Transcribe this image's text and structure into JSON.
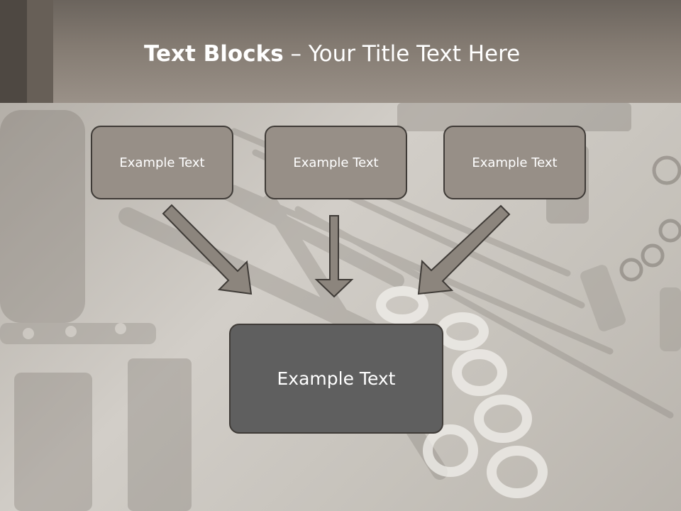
{
  "slide": {
    "title_bold": "Text Blocks",
    "title_rest": " – Your Title Text Here"
  },
  "boxes": {
    "top": [
      {
        "label": "Example Text"
      },
      {
        "label": "Example Text"
      },
      {
        "label": "Example Text"
      }
    ],
    "main": {
      "label": "Example Text"
    }
  },
  "colors": {
    "title_band": "#847b72",
    "box_fill": "#978f87",
    "main_box_fill": "#5f5f5f",
    "arrow_fill": "#8c857d",
    "border": "#3f3b37"
  }
}
